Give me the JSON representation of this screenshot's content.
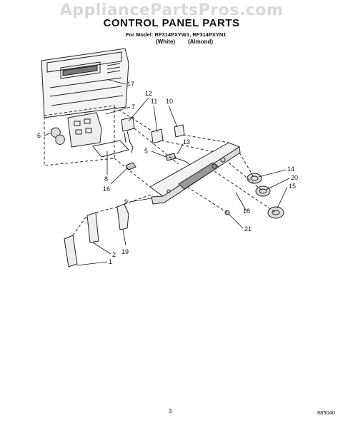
{
  "watermark": "AppliancePartsPros.com",
  "title": "CONTROL PANEL PARTS",
  "model_line": "For Model: RF314PXYW1, RF314PXYN1",
  "variants": [
    "(White)",
    "(Almond)"
  ],
  "page_number": "3",
  "doc_number": "885040",
  "callouts": [
    "17",
    "7",
    "12",
    "11",
    "10",
    "6",
    "13",
    "5",
    "14",
    "20",
    "15",
    "8",
    "16",
    "9",
    "18",
    "21",
    "2",
    "19",
    "1"
  ]
}
